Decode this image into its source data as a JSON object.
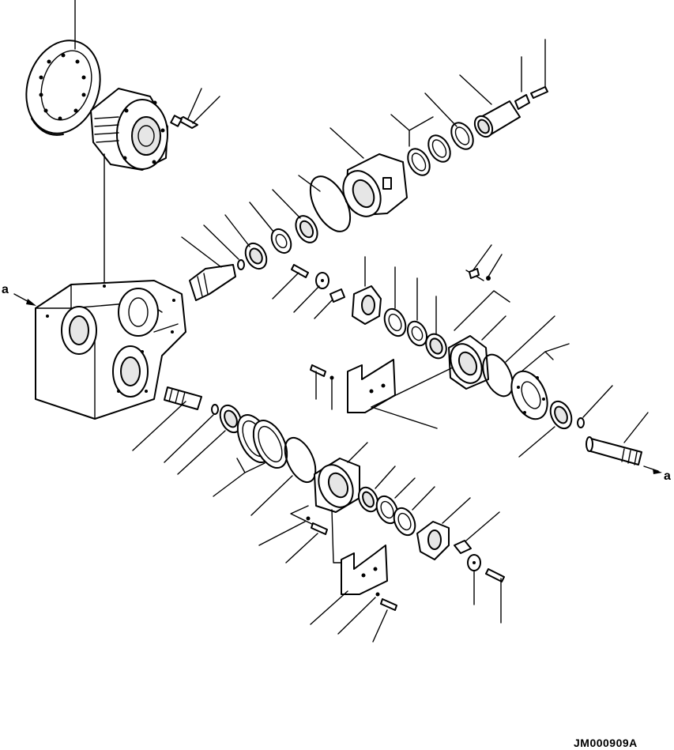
{
  "diagram": {
    "drawing_code": "JM000909A",
    "reference_marks": {
      "left": "a",
      "right": "a"
    },
    "components": [
      "ring-gear",
      "differential-case",
      "case-bolt",
      "pinion-cage-bolt",
      "pinion-cage-washer",
      "pinion-sleeve",
      "shim-set-upper",
      "pinion-cage",
      "o-ring-upper",
      "bearing-cone-upper",
      "spacer-upper",
      "bearing-upper",
      "snap-ring-pinion",
      "bevel-pinion",
      "stud-bolt",
      "washer",
      "lock-plate",
      "yoke-flange",
      "oil-seal",
      "retainer-ring",
      "bearing-right",
      "bearing-carrier-right",
      "o-ring-right",
      "shim-set-right",
      "bearing-outer-right",
      "snap-ring-right",
      "axle-shaft-right",
      "bracket-right",
      "bracket-bolt",
      "carrier-housing",
      "axle-shaft-left",
      "snap-ring-left",
      "bearing-left",
      "shim-set-left",
      "o-ring-left",
      "bearing-carrier-left",
      "bearing-inner-left",
      "oil-seal-left",
      "retainer-left",
      "coupling-flange-left",
      "flange-nut",
      "flange-washer",
      "flange-bolt",
      "bracket-left",
      "bracket-left-bolt"
    ]
  }
}
